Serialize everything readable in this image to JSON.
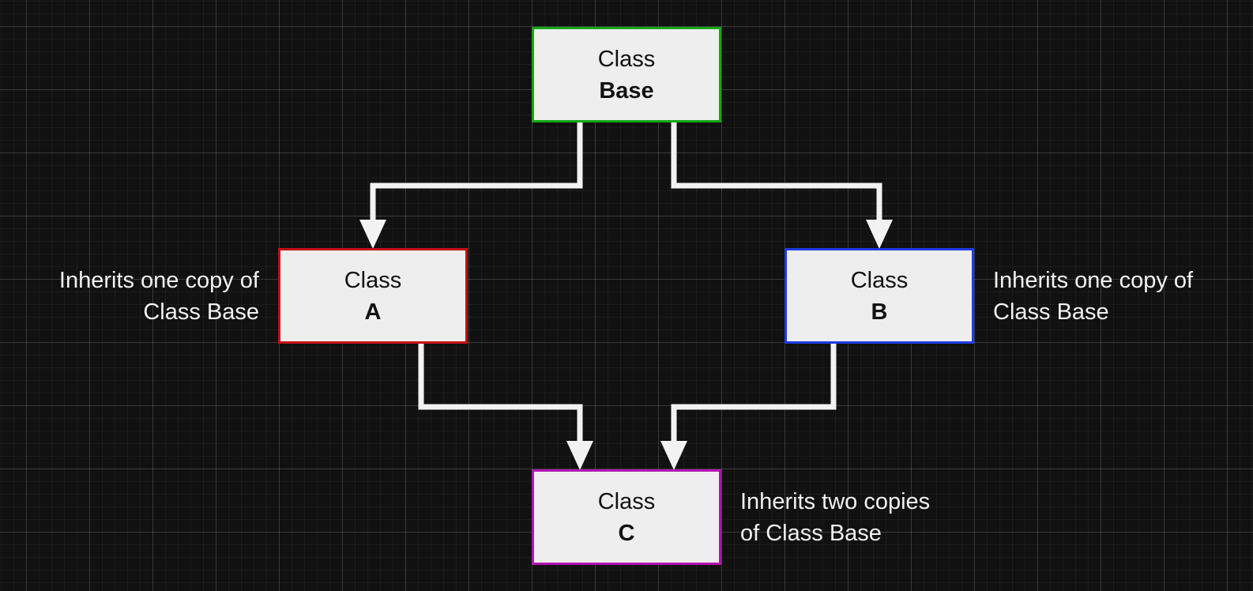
{
  "colors": {
    "background": "#111111",
    "node_fill": "#eeeeee",
    "connector": "#f2f2f2",
    "base_border": "#14a814",
    "a_border": "#c80f0f",
    "b_border": "#1e3ce6",
    "c_border": "#b414b4"
  },
  "nodes": {
    "base": {
      "line1": "Class",
      "line2": "Base"
    },
    "a": {
      "line1": "Class",
      "line2": "A"
    },
    "b": {
      "line1": "Class",
      "line2": "B"
    },
    "c": {
      "line1": "Class",
      "line2": "C"
    }
  },
  "notes": {
    "a": {
      "line1": "Inherits one copy of",
      "line2": "Class Base"
    },
    "b": {
      "line1": "Inherits one copy of",
      "line2": "Class Base"
    },
    "c": {
      "line1": "Inherits two copies",
      "line2": "of Class Base"
    }
  },
  "edges": [
    {
      "from": "base",
      "to": "a"
    },
    {
      "from": "base",
      "to": "b"
    },
    {
      "from": "a",
      "to": "c"
    },
    {
      "from": "b",
      "to": "c"
    }
  ]
}
